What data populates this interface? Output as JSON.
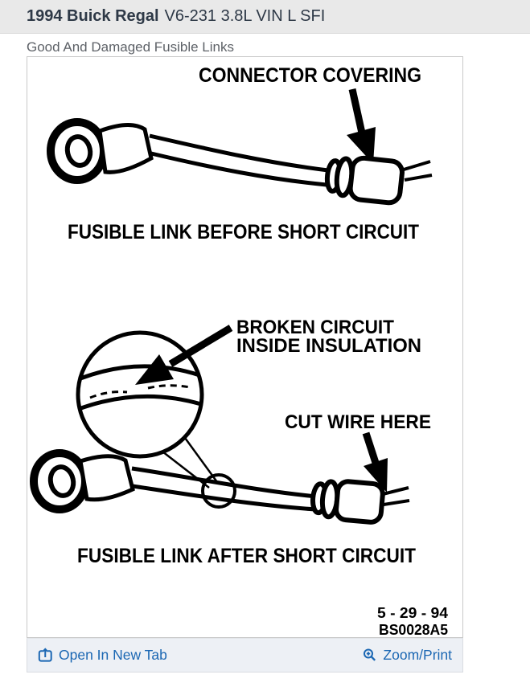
{
  "header": {
    "vehicle": "1994 Buick Regal",
    "engine": "V6-231 3.8L VIN L SFI"
  },
  "subtitle": "Good And Damaged Fusible Links",
  "figure": {
    "connector_covering_label": "CONNECTOR COVERING",
    "before_caption": "FUSIBLE LINK BEFORE SHORT CIRCUIT",
    "broken_circuit_line1": "BROKEN CIRCUIT",
    "broken_circuit_line2": "INSIDE INSULATION",
    "cut_wire_label": "CUT WIRE HERE",
    "after_caption": "FUSIBLE LINK AFTER SHORT CIRCUIT",
    "date_stamp": "5 - 29 - 94",
    "figure_code": "BS0028A5"
  },
  "footer": {
    "open_in_new_tab": "Open In New Tab",
    "zoom_print": "Zoom/Print"
  },
  "colors": {
    "link_blue": "#1b67b3",
    "header_bg": "#e9e9e9",
    "title_text": "#2e3947",
    "ink": "#000000"
  },
  "icons": {
    "open_new_tab": "open-in-new-tab-icon",
    "zoom": "zoom-magnifier-icon"
  }
}
